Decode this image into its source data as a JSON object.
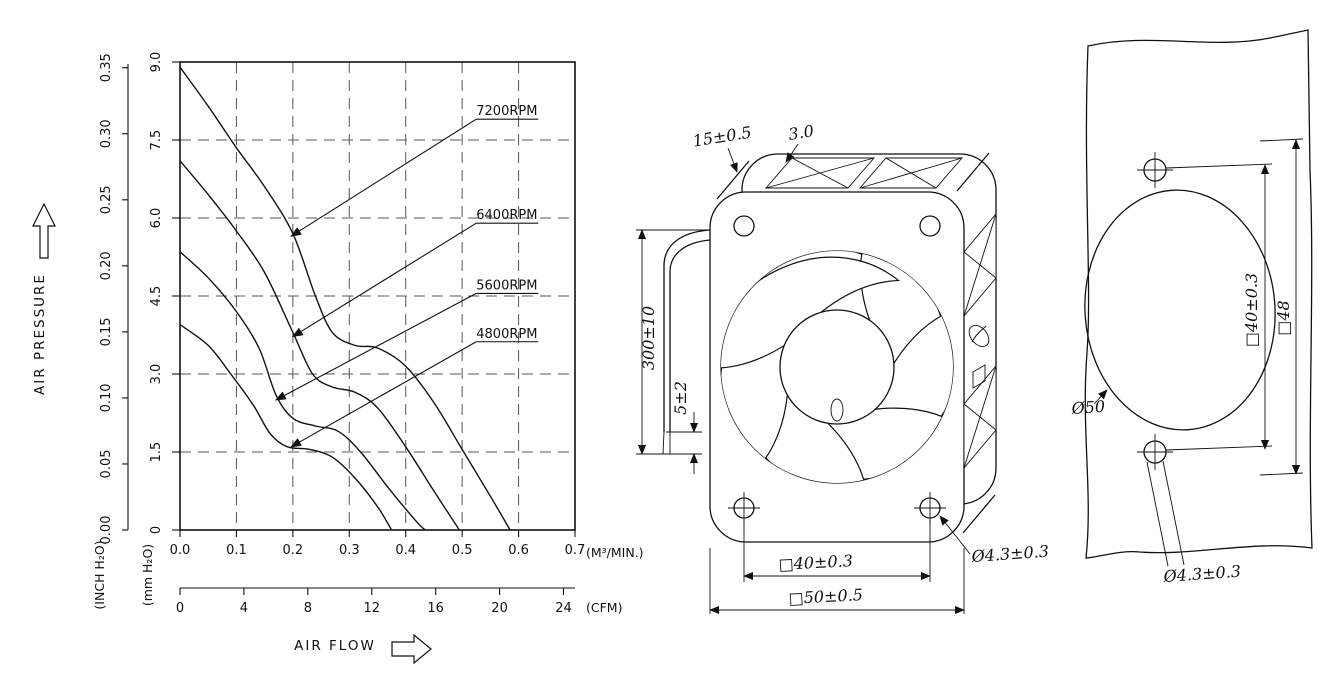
{
  "figure": {
    "colors": {
      "ink": "#111111",
      "background": "#ffffff"
    },
    "chart": {
      "air_pressure_label": "AIR PRESSURE",
      "air_flow_label": "AIR FLOW",
      "inch_axis_label": "(INCH H₂O)",
      "mm_axis_label": "(mm H₂O)",
      "m3min_axis_label": "(M³/MIN.)",
      "cfm_axis_label": "(CFM)"
    },
    "chart_data": {
      "type": "line",
      "title": "",
      "xlabel": "AIR FLOW",
      "ylabel": "AIR PRESSURE",
      "x_unit_primary": "M³/MIN.",
      "x_unit_secondary": "CFM",
      "y_unit_primary": "mm H₂O",
      "y_unit_secondary": "INCH H₂O",
      "xlim_m3min": [
        0,
        0.7
      ],
      "ylim_mm": [
        0,
        9.0
      ],
      "ylim_inch": [
        0,
        0.35
      ],
      "xlim_cfm": [
        0,
        24.7
      ],
      "grid": "dashed",
      "x_ticks_m3min": [
        0.0,
        0.1,
        0.2,
        0.3,
        0.4,
        0.5,
        0.6,
        0.7
      ],
      "x_ticks_cfm": [
        0,
        4,
        8,
        12,
        16,
        20,
        24
      ],
      "y_ticks_mm": [
        0,
        1.5,
        3.0,
        4.5,
        6.0,
        7.5,
        9.0
      ],
      "y_ticks_inch": [
        0.0,
        0.05,
        0.1,
        0.15,
        0.2,
        0.25,
        0.3,
        0.35
      ],
      "series": [
        {
          "name": "7200RPM",
          "points": [
            [
              0,
              8.9
            ],
            [
              0.05,
              8.15
            ],
            [
              0.1,
              7.35
            ],
            [
              0.15,
              6.6
            ],
            [
              0.2,
              5.7
            ],
            [
              0.24,
              4.5
            ],
            [
              0.27,
              3.8
            ],
            [
              0.31,
              3.55
            ],
            [
              0.35,
              3.5
            ],
            [
              0.4,
              3.15
            ],
            [
              0.45,
              2.45
            ],
            [
              0.5,
              1.55
            ],
            [
              0.55,
              0.65
            ],
            [
              0.585,
              0
            ]
          ]
        },
        {
          "name": "6400RPM",
          "points": [
            [
              0,
              7.1
            ],
            [
              0.05,
              6.45
            ],
            [
              0.1,
              5.75
            ],
            [
              0.15,
              4.95
            ],
            [
              0.2,
              3.8
            ],
            [
              0.235,
              3.0
            ],
            [
              0.27,
              2.75
            ],
            [
              0.31,
              2.65
            ],
            [
              0.35,
              2.35
            ],
            [
              0.4,
              1.6
            ],
            [
              0.45,
              0.75
            ],
            [
              0.495,
              0
            ]
          ]
        },
        {
          "name": "5600RPM",
          "points": [
            [
              0,
              5.35
            ],
            [
              0.05,
              4.85
            ],
            [
              0.1,
              4.2
            ],
            [
              0.14,
              3.5
            ],
            [
              0.17,
              2.6
            ],
            [
              0.2,
              2.15
            ],
            [
              0.24,
              2.0
            ],
            [
              0.28,
              1.9
            ],
            [
              0.32,
              1.5
            ],
            [
              0.37,
              0.8
            ],
            [
              0.42,
              0.15
            ],
            [
              0.435,
              0
            ]
          ]
        },
        {
          "name": "4800RPM",
          "points": [
            [
              0,
              3.95
            ],
            [
              0.05,
              3.55
            ],
            [
              0.09,
              3.0
            ],
            [
              0.13,
              2.4
            ],
            [
              0.16,
              1.85
            ],
            [
              0.19,
              1.6
            ],
            [
              0.23,
              1.55
            ],
            [
              0.27,
              1.4
            ],
            [
              0.31,
              1.0
            ],
            [
              0.35,
              0.45
            ],
            [
              0.375,
              0
            ]
          ]
        }
      ],
      "annotations": [
        {
          "label": "7200RPM",
          "text_xy": [
            0.525,
            7.9
          ],
          "arrow_xy": [
            0.197,
            5.65
          ]
        },
        {
          "label": "6400RPM",
          "text_xy": [
            0.525,
            5.9
          ],
          "arrow_xy": [
            0.2,
            3.72
          ]
        },
        {
          "label": "5600RPM",
          "text_xy": [
            0.525,
            4.55
          ],
          "arrow_xy": [
            0.17,
            2.5
          ]
        },
        {
          "label": "4800RPM",
          "text_xy": [
            0.525,
            3.62
          ],
          "arrow_xy": [
            0.197,
            1.6
          ]
        }
      ]
    },
    "drawing": {
      "labels": {
        "thickness": "15±0.5",
        "flange_thickness": "3.0",
        "lead_wire_length": "300±10",
        "lead_strip_length": "5±2",
        "front_hole_pitch": "□40±0.3",
        "frame_size": "□50±0.5",
        "front_hole_dia": "Ø4.3±0.3",
        "plate_hole_dia": "Ø50",
        "plate_hole_pitch": "□40±0.3",
        "plate_size": "□48",
        "plate_mount_hole_dia": "Ø4.3±0.3"
      }
    }
  }
}
